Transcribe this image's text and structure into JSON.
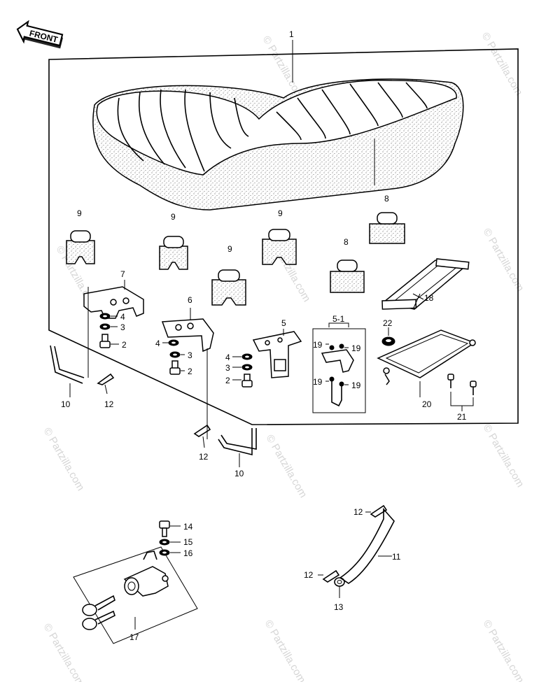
{
  "front_label": "FRONT",
  "watermark": "© Partzilla.com",
  "callouts": [
    {
      "id": "c1",
      "text": "1"
    },
    {
      "id": "c2a",
      "text": "2"
    },
    {
      "id": "c2b",
      "text": "2"
    },
    {
      "id": "c2c",
      "text": "2"
    },
    {
      "id": "c3a",
      "text": "3"
    },
    {
      "id": "c3b",
      "text": "3"
    },
    {
      "id": "c3c",
      "text": "3"
    },
    {
      "id": "c4a",
      "text": "4"
    },
    {
      "id": "c4b",
      "text": "4"
    },
    {
      "id": "c4c",
      "text": "4"
    },
    {
      "id": "c5",
      "text": "5"
    },
    {
      "id": "c51",
      "text": "5-1"
    },
    {
      "id": "c6",
      "text": "6"
    },
    {
      "id": "c7",
      "text": "7"
    },
    {
      "id": "c8a",
      "text": "8"
    },
    {
      "id": "c8b",
      "text": "8"
    },
    {
      "id": "c9a",
      "text": "9"
    },
    {
      "id": "c9b",
      "text": "9"
    },
    {
      "id": "c9c",
      "text": "9"
    },
    {
      "id": "c9d",
      "text": "9"
    },
    {
      "id": "c10a",
      "text": "10"
    },
    {
      "id": "c10b",
      "text": "10"
    },
    {
      "id": "c11",
      "text": "11"
    },
    {
      "id": "c12a",
      "text": "12"
    },
    {
      "id": "c12b",
      "text": "12"
    },
    {
      "id": "c12c",
      "text": "12"
    },
    {
      "id": "c12d",
      "text": "12"
    },
    {
      "id": "c13",
      "text": "13"
    },
    {
      "id": "c14",
      "text": "14"
    },
    {
      "id": "c15",
      "text": "15"
    },
    {
      "id": "c16",
      "text": "16"
    },
    {
      "id": "c17",
      "text": "17"
    },
    {
      "id": "c18",
      "text": "18"
    },
    {
      "id": "c19a",
      "text": "19"
    },
    {
      "id": "c19b",
      "text": "19"
    },
    {
      "id": "c19c",
      "text": "19"
    },
    {
      "id": "c19d",
      "text": "19"
    },
    {
      "id": "c20",
      "text": "20"
    },
    {
      "id": "c21",
      "text": "21"
    },
    {
      "id": "c22",
      "text": "22"
    }
  ]
}
